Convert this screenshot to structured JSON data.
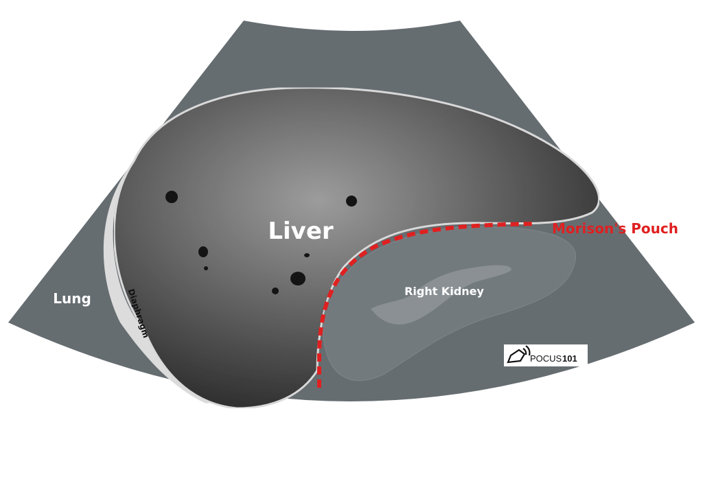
{
  "labels": {
    "liver": "Liver",
    "lung": "Lung",
    "diaphragm": "Diaphragm",
    "right_kidney": "Right Kidney",
    "morisons_pouch": "Morison's Pouch"
  },
  "logo": {
    "word": "POCUS",
    "number": "101",
    "icon": "ultrasound-probe-icon"
  },
  "colors": {
    "background": "#ffffff",
    "sector": "#666d71",
    "liver_center": "#9e9e9e",
    "liver_edge": "#2b2b2b",
    "capsule": "#dcdcdc",
    "kidney": "#737a7e",
    "kidney_sinus": "#8a9094",
    "pouch_line": "#e02020",
    "label_white": "#ffffff",
    "label_red": "#e02020"
  }
}
